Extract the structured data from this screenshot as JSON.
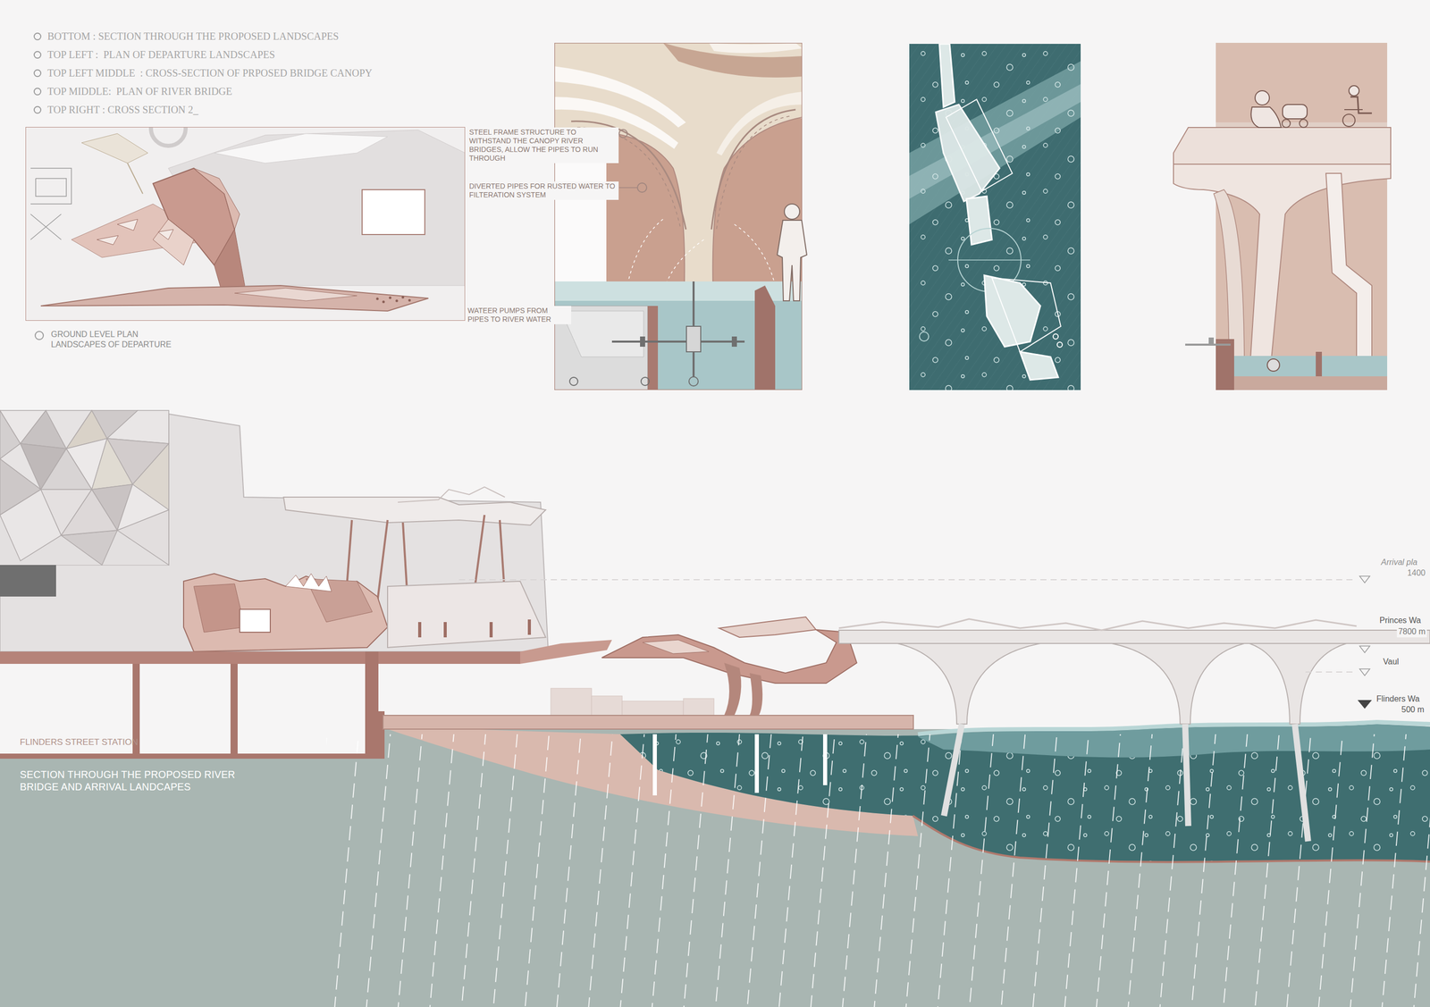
{
  "diagram": {
    "caption": "SECTION THROUGH THE PROPOSED RIVER BRIDGE AND ARRIVAL LANDCAPES",
    "labels": [
      "STEEL FRAME STRUCTURE TO WITHSTAND THE CANOPY RIVER BRIDGES, ALLOW THE PIPES TO RUN THROUGH",
      "DIVERTED PIPES FOR RUSTED WATER TO FILTERATION SYSTEM",
      "WATEER PUMPS FROM PIPES TO RIVER WATER",
      "GROUND LEVEL PLAN LANDSCAPES OF DEPARTURE",
      "FLINDERS STREET STATION",
      "Arrival pla",
      "1400",
      "Princes Wa",
      "7800 m",
      "Vaul",
      "Flinders Wa",
      "500 m"
    ],
    "legend": [
      {
        "text": "BOTTOM : SECTION THROUGH THE PROPOSED LANDSCAPES"
      },
      {
        "text": "TOP LEFT :  PLAN OF DEPARTURE LANDSCAPES"
      },
      {
        "text": "TOP LEFT MIDDLE  : CROSS-SECTION OF PRPOSED BRIDGE CANOPY"
      },
      {
        "text": "TOP MIDDLE:  PLAN OF RIVER BRIDGE"
      },
      {
        "text": "TOP RIGHT : CROSS SECTION 2_"
      }
    ]
  }
}
